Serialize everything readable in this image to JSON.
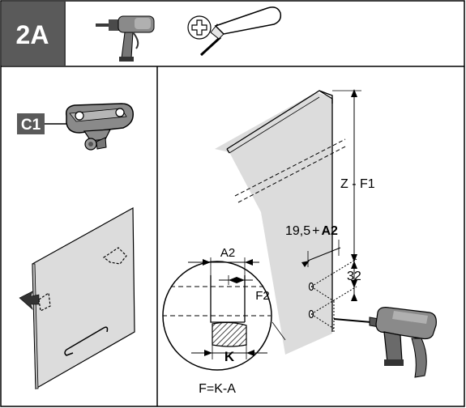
{
  "header": {
    "step_label": "2A",
    "tools": [
      "drill-icon",
      "phillips-screw-icon",
      "screwdriver-icon"
    ]
  },
  "left_panel": {
    "part_label": "C1"
  },
  "right_panel": {
    "dim_height": "Z - F1",
    "dim_offset_value": "19,5",
    "dim_offset_plus": "+",
    "dim_offset_var": "A2",
    "dim_spacing": "32",
    "detail": {
      "label_a2": "A2",
      "label_f2": "F2",
      "label_k": "K",
      "formula": "F=K-A"
    }
  },
  "colors": {
    "header_box": "#5a5a5a",
    "panel_fill": "#dcdcdc",
    "board_side": "#bdbdbd",
    "hatch": "#444444"
  }
}
